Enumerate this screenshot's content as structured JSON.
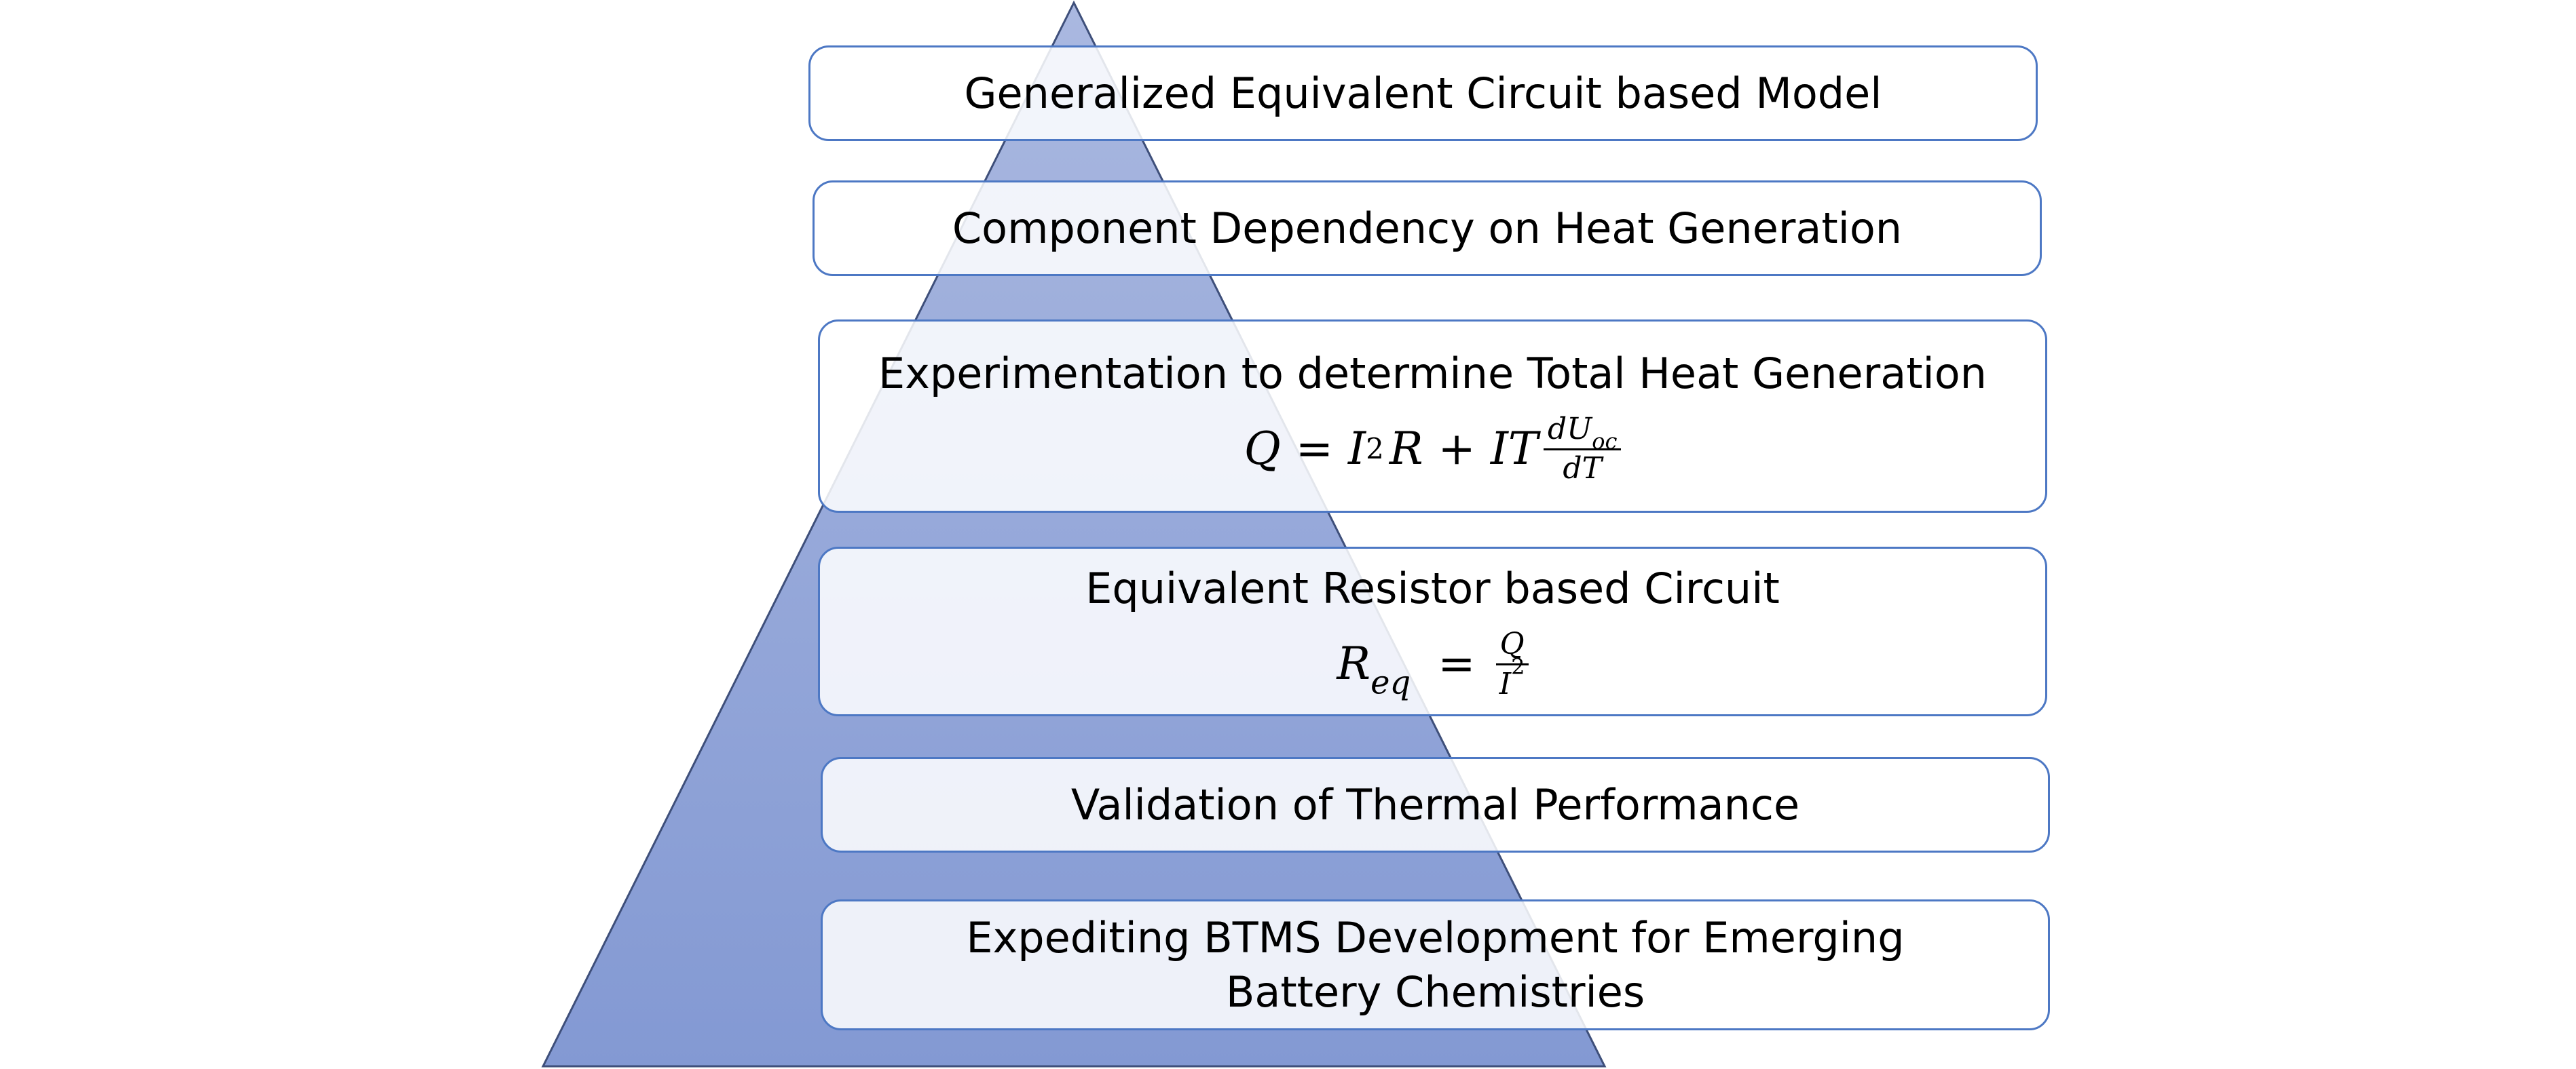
{
  "colors": {
    "pyramid_top": "#aab8e0",
    "pyramid_bottom": "#8399d3",
    "box_border": "#4d78c4",
    "box_fill": "#ffffff"
  },
  "levels": [
    {
      "label": "Generalized Equivalent Circuit based Model"
    },
    {
      "label": "Component Dependency on Heat Generation"
    },
    {
      "label": "Experimentation to determine Total Heat Generation"
    },
    {
      "label": "Equivalent Resistor based Circuit"
    },
    {
      "label": "Validation of Thermal Performance"
    },
    {
      "label": "Expediting BTMS Development for Emerging Battery Chemistries"
    }
  ],
  "formulas": {
    "heat": {
      "lhs": "Q",
      "eq": "=",
      "t1": "I",
      "t1_exp": "2",
      "t1_var": "R",
      "plus": "+",
      "t2": "IT",
      "frac_num": "dU",
      "frac_num_sub": "oc",
      "frac_den": "dT"
    },
    "resistance": {
      "lhs": "R",
      "lhs_sub": "eq",
      "eq": "=",
      "frac_num": "Q",
      "frac_den": "I",
      "frac_den_exp": "2"
    }
  }
}
